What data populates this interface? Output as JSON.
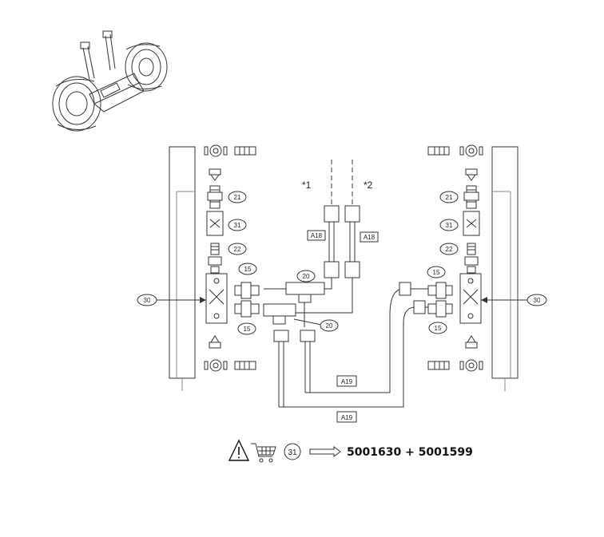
{
  "callouts": {
    "c21_left": "21",
    "c31_left": "31",
    "c22_left": "22",
    "c15_left_top": "15",
    "c15_left_bot": "15",
    "c20_top": "20",
    "c20_bot": "20",
    "c30_left": "30",
    "c21_right": "21",
    "c31_right": "31",
    "c22_right": "22",
    "c15_right_top": "15",
    "c15_right_bot": "15",
    "c30_right": "30"
  },
  "boxes": {
    "a18_left": "A18",
    "a18_right": "A18",
    "a19_top": "A19",
    "a19_bottom": "A19"
  },
  "refs": {
    "ref1": "*1",
    "ref2": "*2"
  },
  "order": {
    "circle_number": "31",
    "part_numbers": "5001630 + 5001599",
    "icons": [
      "warning-triangle-icon",
      "shopping-cart-icon",
      "arrow-right-icon"
    ]
  }
}
